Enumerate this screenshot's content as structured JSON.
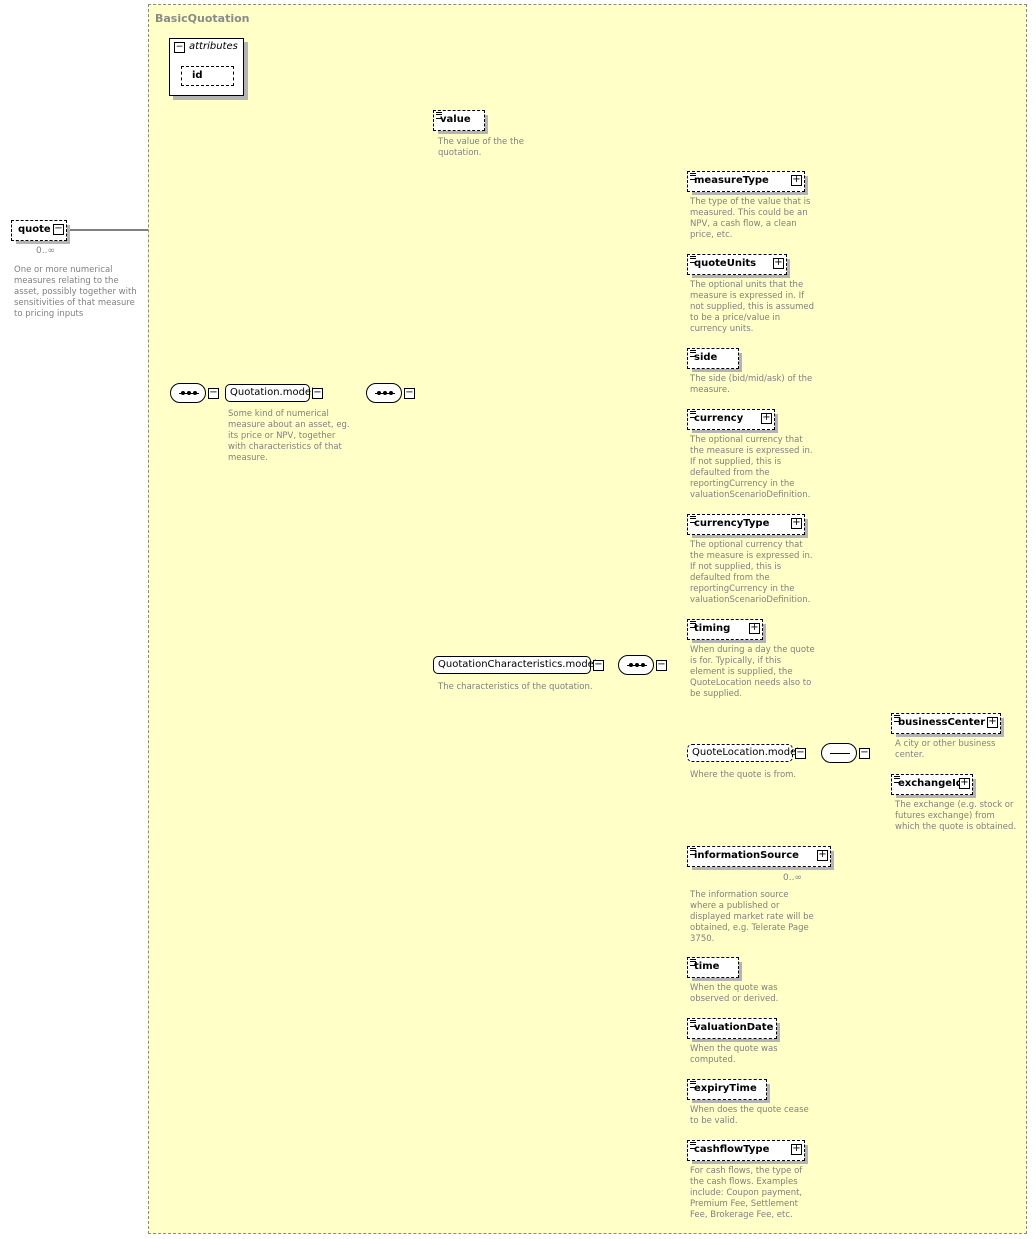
{
  "type_name": "BasicQuotation",
  "attributes": {
    "label": "attributes",
    "items": [
      "id"
    ]
  },
  "root": {
    "name": "quote",
    "cardinality": "0..∞",
    "doc": "One or more numerical\nmeasures relating to the\nasset, possibly together with\nsensitivities of that measure\nto pricing inputs"
  },
  "quotation_model": {
    "name": "Quotation.model",
    "doc": "Some kind of numerical\nmeasure about an asset, eg.\nits price or NPV, together\nwith characteristics of that\nmeasure."
  },
  "value_el": {
    "name": "value",
    "doc": "The value of the the\nquotation."
  },
  "qc_model": {
    "name": "QuotationCharacteristics.model",
    "doc": "The characteristics of the quotation."
  },
  "children": [
    {
      "name": "measureType",
      "expandable": true,
      "doc": "The type of the value that is\nmeasured. This could be an\nNPV, a cash flow, a clean\nprice, etc."
    },
    {
      "name": "quoteUnits",
      "expandable": true,
      "doc": "The optional units that the\nmeasure is expressed in. If\nnot supplied, this is assumed\nto be a price/value in\ncurrency units."
    },
    {
      "name": "side",
      "expandable": false,
      "doc": "The side (bid/mid/ask) of the\nmeasure."
    },
    {
      "name": "currency",
      "expandable": true,
      "doc": "The optional currency that\nthe measure is expressed in.\nIf not supplied, this is\ndefaulted from the\nreportingCurrency in the\nvaluationScenarioDefinition."
    },
    {
      "name": "currencyType",
      "expandable": true,
      "doc": "The optional currency that\nthe measure is expressed in.\nIf not supplied, this is\ndefaulted from the\nreportingCurrency in the\nvaluationScenarioDefinition."
    },
    {
      "name": "timing",
      "expandable": true,
      "doc": "When during a day the quote\nis for. Typically, if this\nelement is supplied, the\nQuoteLocation needs also to\nbe supplied."
    },
    {
      "name": "informationSource",
      "expandable": true,
      "cardinality": "0..∞",
      "doc": "The information source\nwhere a published or\ndisplayed market rate will be\nobtained, e.g. Telerate Page\n3750."
    },
    {
      "name": "time",
      "expandable": false,
      "doc": "When the quote was\nobserved or derived."
    },
    {
      "name": "valuationDate",
      "expandable": false,
      "doc": "When the quote was\ncomputed."
    },
    {
      "name": "expiryTime",
      "expandable": false,
      "doc": "When does the quote cease\nto be valid."
    },
    {
      "name": "cashflowType",
      "expandable": true,
      "doc": "For cash flows, the type of\nthe cash flows. Examples\ninclude: Coupon payment,\nPremium Fee, Settlement\nFee, Brokerage Fee, etc."
    }
  ],
  "location_model": {
    "name": "QuoteLocation.model",
    "doc": "Where the quote is from."
  },
  "location_children": [
    {
      "name": "businessCenter",
      "doc": "A city or other business\ncenter."
    },
    {
      "name": "exchangeId",
      "doc": "The exchange (e.g. stock or\nfutures exchange) from\nwhich the quote is obtained."
    }
  ]
}
